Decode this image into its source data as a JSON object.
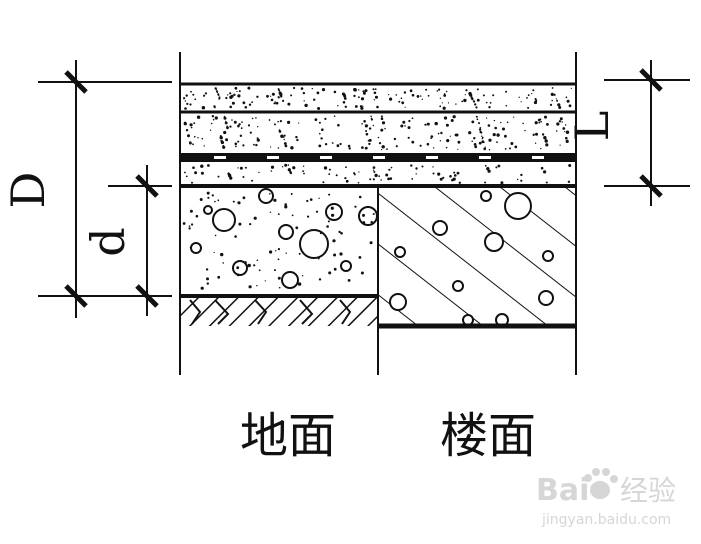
{
  "labels": {
    "total_thickness": "D",
    "sub_thickness": "d",
    "right_thickness": "L",
    "ground_floor": "地面",
    "upper_floor": "楼面"
  },
  "watermark": {
    "brand": "Bai",
    "brand_cn": "经验",
    "url": "jingyan.baidu.com"
  },
  "colors": {
    "ink": "#111111",
    "paper": "#ffffff",
    "watermark": "#d6d6d6"
  }
}
